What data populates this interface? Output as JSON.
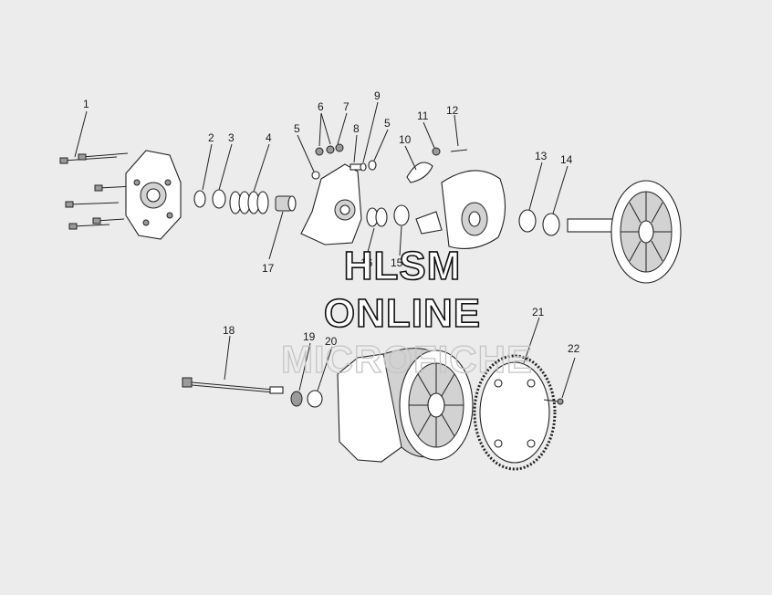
{
  "callouts": {
    "c1": "1",
    "c2": "2",
    "c3": "3",
    "c4": "4",
    "c5a": "5",
    "c5b": "5",
    "c6": "6",
    "c7": "7",
    "c8": "8",
    "c9": "9",
    "c10": "10",
    "c11": "11",
    "c12": "12",
    "c13": "13",
    "c14": "14",
    "c15": "15",
    "c16": "16",
    "c17": "17",
    "c18": "18",
    "c19": "19",
    "c20": "20",
    "c21": "21",
    "c22": "22"
  },
  "watermark": {
    "line1": "HLSM",
    "line2": "ONLINE",
    "line3": "MICROFICHE"
  }
}
